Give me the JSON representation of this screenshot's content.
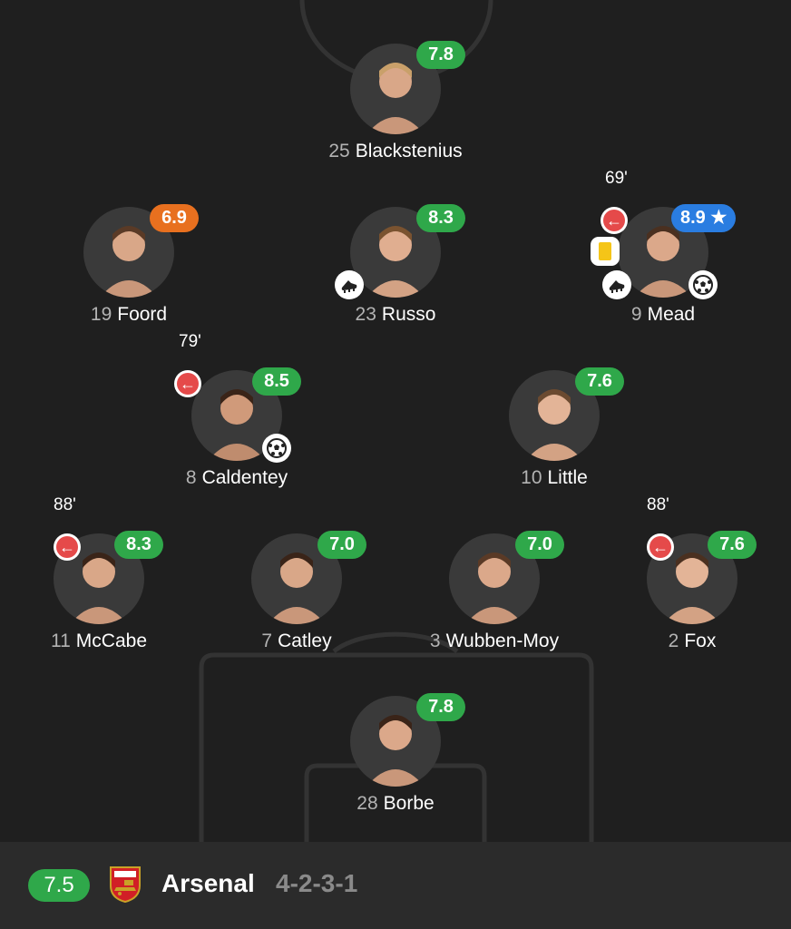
{
  "colors": {
    "background": "#1f1f1f",
    "rating_green": "#2fa84a",
    "rating_orange": "#e8701f",
    "rating_blue": "#2a7de1",
    "sub_red": "#e54a4a",
    "yellow_card": "#f5c518"
  },
  "players": [
    {
      "id": "blackstenius",
      "number": "25",
      "name": "Blackstenius",
      "rating": "7.8",
      "rating_color": "green"
    },
    {
      "id": "foord",
      "number": "19",
      "name": "Foord",
      "rating": "6.9",
      "rating_color": "orange"
    },
    {
      "id": "russo",
      "number": "23",
      "name": "Russo",
      "rating": "8.3",
      "rating_color": "green",
      "icons": [
        "assist-boot-icon"
      ]
    },
    {
      "id": "mead",
      "number": "9",
      "name": "Mead",
      "rating": "8.9 ★",
      "rating_color": "blue",
      "sub_time": "69'",
      "icons": [
        "yellow-card-icon",
        "assist-boot-icon",
        "goal-ball-icon"
      ]
    },
    {
      "id": "caldentey",
      "number": "8",
      "name": "Caldentey",
      "rating": "8.5",
      "rating_color": "green",
      "sub_time": "79'",
      "icons": [
        "goal-ball-icon"
      ]
    },
    {
      "id": "little",
      "number": "10",
      "name": "Little",
      "rating": "7.6",
      "rating_color": "green"
    },
    {
      "id": "mccabe",
      "number": "11",
      "name": "McCabe",
      "rating": "8.3",
      "rating_color": "green",
      "sub_time": "88'"
    },
    {
      "id": "catley",
      "number": "7",
      "name": "Catley",
      "rating": "7.0",
      "rating_color": "green"
    },
    {
      "id": "wubben-moy",
      "number": "3",
      "name": "Wubben-Moy",
      "rating": "7.0",
      "rating_color": "green"
    },
    {
      "id": "fox",
      "number": "2",
      "name": "Fox",
      "rating": "7.6",
      "rating_color": "green",
      "sub_time": "88'"
    },
    {
      "id": "borbe",
      "number": "28",
      "name": "Borbe",
      "rating": "7.8",
      "rating_color": "green"
    }
  ],
  "team": {
    "rating": "7.5",
    "name": "Arsenal",
    "formation": "4-2-3-1",
    "crest_icon": "arsenal-crest-icon"
  }
}
